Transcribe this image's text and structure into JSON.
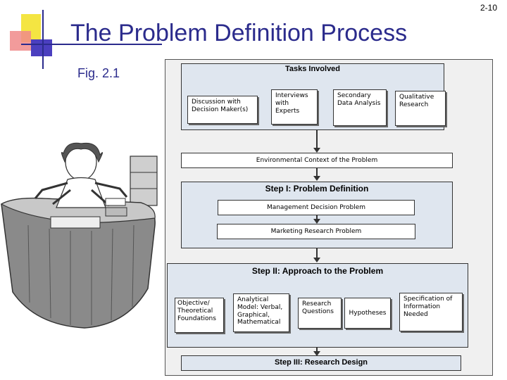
{
  "slide_number": "2-10",
  "title": "The Problem Definition Process",
  "figure_label": "Fig. 2.1",
  "tasks": {
    "header": "Tasks Involved",
    "items": [
      "Discussion with Decision Maker(s)",
      "Interviews with Experts",
      "Secondary Data Analysis",
      "Qualitative Research"
    ]
  },
  "environmental_context": "Environmental Context of the Problem",
  "step1": {
    "header": "Step I: Problem Definition",
    "management": "Management Decision Problem",
    "marketing": "Marketing Research Problem"
  },
  "step2": {
    "header": "Step II:  Approach to the Problem",
    "items": [
      "Objective/ Theoretical Foundations",
      "Analytical Model: Verbal, Graphical, Mathematical",
      "Research Questions",
      "Hypotheses",
      "Specification of Information Needed"
    ]
  },
  "step3": {
    "header": "Step III: Research Design"
  }
}
